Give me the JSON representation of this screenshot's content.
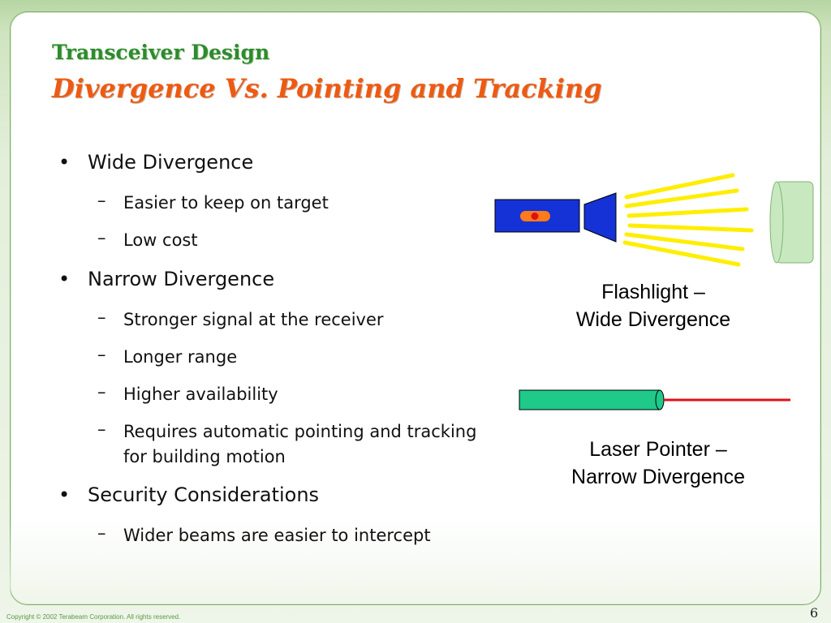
{
  "slide": {
    "subtitle": "Transceiver Design",
    "title": "Divergence Vs. Pointing and Tracking"
  },
  "bullets": [
    {
      "text": "Wide Divergence",
      "items": [
        "Easier to keep on target",
        "Low cost"
      ]
    },
    {
      "text": "Narrow Divergence",
      "items": [
        "Stronger signal at the receiver",
        "Longer range",
        "Higher availability",
        "Requires automatic pointing and tracking for building motion"
      ]
    },
    {
      "text": "Security Considerations",
      "items": [
        "Wider beams are easier to intercept"
      ]
    }
  ],
  "bullet_mark": "•",
  "sub_mark": "–",
  "figures": {
    "flashlight_caption_line1": "Flashlight –",
    "flashlight_caption_line2": "Wide Divergence",
    "laser_caption_line1": "Laser Pointer –",
    "laser_caption_line2": "Narrow Divergence",
    "colors": {
      "flashlight_body": "#1432d6",
      "flashlight_light": "#ff7a1a",
      "beam": "#ffee00",
      "target": "#c8e8c0",
      "laser_body": "#1ec98a",
      "laser_beam": "#e0101a"
    }
  },
  "footer": {
    "copyright": "Copyright © 2002 Terabeam Corporation. All rights reserved.",
    "page_number": "6"
  }
}
